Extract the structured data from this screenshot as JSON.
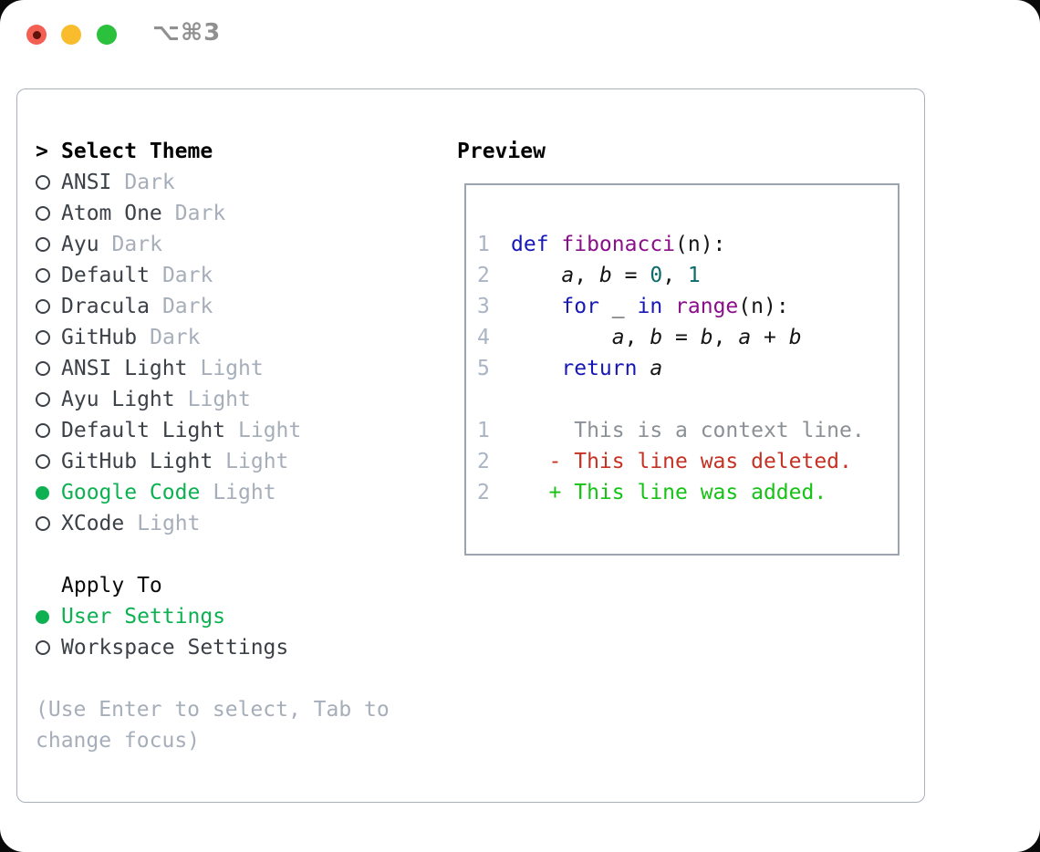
{
  "window": {
    "title": "⌥⌘3"
  },
  "theme_selector": {
    "header_marker": ">",
    "header_label": "Select Theme",
    "items": [
      {
        "name": "ANSI",
        "variant": "Dark",
        "selected": false
      },
      {
        "name": "Atom One",
        "variant": "Dark",
        "selected": false
      },
      {
        "name": "Ayu",
        "variant": "Dark",
        "selected": false
      },
      {
        "name": "Default",
        "variant": "Dark",
        "selected": false
      },
      {
        "name": "Dracula",
        "variant": "Dark",
        "selected": false
      },
      {
        "name": "GitHub",
        "variant": "Dark",
        "selected": false
      },
      {
        "name": "ANSI Light",
        "variant": "Light",
        "selected": false
      },
      {
        "name": "Ayu Light",
        "variant": "Light",
        "selected": false
      },
      {
        "name": "Default Light",
        "variant": "Light",
        "selected": false
      },
      {
        "name": "GitHub Light",
        "variant": "Light",
        "selected": false
      },
      {
        "name": "Google Code",
        "variant": "Light",
        "selected": true
      },
      {
        "name": "XCode",
        "variant": "Light",
        "selected": false
      }
    ],
    "apply_to_label": "Apply To",
    "apply_options": [
      {
        "name": "User Settings",
        "selected": true
      },
      {
        "name": "Workspace Settings",
        "selected": false
      }
    ],
    "hint_lines": [
      "(Use Enter to select, Tab to",
      "change focus)"
    ]
  },
  "preview": {
    "label": "Preview",
    "code_lines": [
      {
        "num": "1",
        "segments": [
          {
            "t": "def ",
            "c": "kw"
          },
          {
            "t": "fibonacci",
            "c": "fn"
          },
          {
            "t": "(n):",
            "c": "pl"
          }
        ]
      },
      {
        "num": "2",
        "segments": [
          {
            "t": "    ",
            "c": "pl"
          },
          {
            "t": "a",
            "c": "var"
          },
          {
            "t": ", ",
            "c": "pl"
          },
          {
            "t": "b",
            "c": "var"
          },
          {
            "t": " = ",
            "c": "pl"
          },
          {
            "t": "0",
            "c": "lit"
          },
          {
            "t": ", ",
            "c": "pl"
          },
          {
            "t": "1",
            "c": "lit"
          }
        ]
      },
      {
        "num": "3",
        "segments": [
          {
            "t": "    ",
            "c": "pl"
          },
          {
            "t": "for",
            "c": "kw"
          },
          {
            "t": " _ ",
            "c": "pl"
          },
          {
            "t": "in",
            "c": "kw"
          },
          {
            "t": " ",
            "c": "pl"
          },
          {
            "t": "range",
            "c": "fn"
          },
          {
            "t": "(n):",
            "c": "pl"
          }
        ]
      },
      {
        "num": "4",
        "segments": [
          {
            "t": "        ",
            "c": "pl"
          },
          {
            "t": "a",
            "c": "var"
          },
          {
            "t": ", ",
            "c": "pl"
          },
          {
            "t": "b",
            "c": "var"
          },
          {
            "t": " = ",
            "c": "pl"
          },
          {
            "t": "b",
            "c": "var"
          },
          {
            "t": ", ",
            "c": "pl"
          },
          {
            "t": "a",
            "c": "var"
          },
          {
            "t": " + ",
            "c": "pl"
          },
          {
            "t": "b",
            "c": "var"
          }
        ]
      },
      {
        "num": "5",
        "segments": [
          {
            "t": "    ",
            "c": "pl"
          },
          {
            "t": "return",
            "c": "kw"
          },
          {
            "t": " ",
            "c": "pl"
          },
          {
            "t": "a",
            "c": "var"
          }
        ]
      }
    ],
    "diff_lines": [
      {
        "num": "1",
        "segments": [
          {
            "t": "     This is a context line.",
            "c": "ctx"
          }
        ]
      },
      {
        "num": "2",
        "segments": [
          {
            "t": "   - This line was deleted.",
            "c": "del"
          }
        ]
      },
      {
        "num": "2",
        "segments": [
          {
            "t": "   + This line was added.",
            "c": "add"
          }
        ]
      }
    ]
  },
  "colors": {
    "accent_green": "#0db152",
    "added_green": "#16c216",
    "deleted_red": "#c53122",
    "keyword_blue": "#1717b8",
    "function_purple": "#8a0f8a",
    "literal_teal": "#0c6b6b",
    "code_black": "#141414",
    "line_number_gray": "#a9b4c4",
    "context_gray": "#8b9096",
    "name_gray": "#3c4148",
    "variant_gray": "#a6aeba",
    "hint_gray": "#a6aeba",
    "title_gray": "#909090",
    "panel_border": "#aab1bb",
    "preview_border": "#9ba4b0",
    "ring_gray": "#3c4148",
    "traffic_red": "#f45f54",
    "traffic_red_dot": "#5e130b",
    "traffic_yellow": "#f9bc2d",
    "traffic_green": "#2bc13d"
  }
}
